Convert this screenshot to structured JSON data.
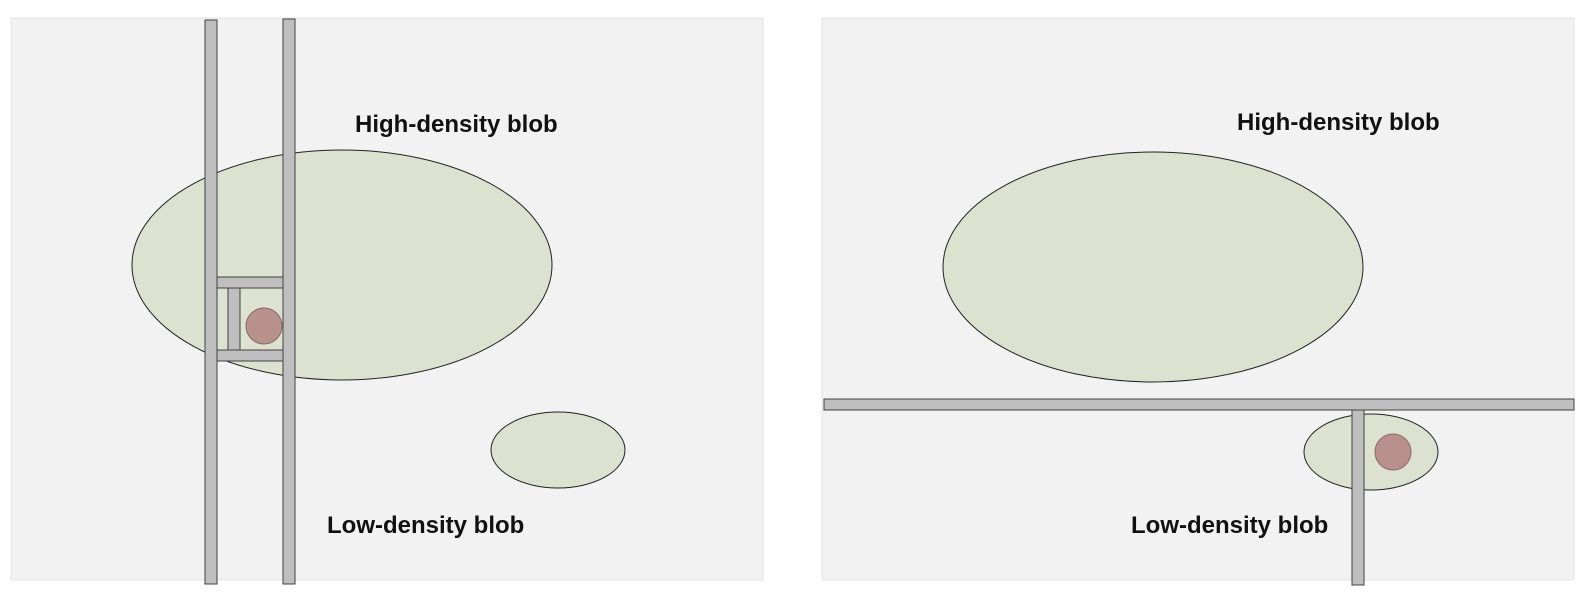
{
  "panels": [
    {
      "high_label": "High-density blob",
      "low_label": "Low-density blob"
    },
    {
      "high_label": "High-density blob",
      "low_label": "Low-density blob"
    }
  ],
  "colors": {
    "panel_bg": "#f2f2f2",
    "blob_fill": "#dde2d0",
    "blob_stroke": "#222222",
    "bar_fill": "#bfbfbf",
    "bar_stroke": "#404040",
    "point_fill": "#b8918c",
    "point_stroke": "#8a6a66"
  }
}
